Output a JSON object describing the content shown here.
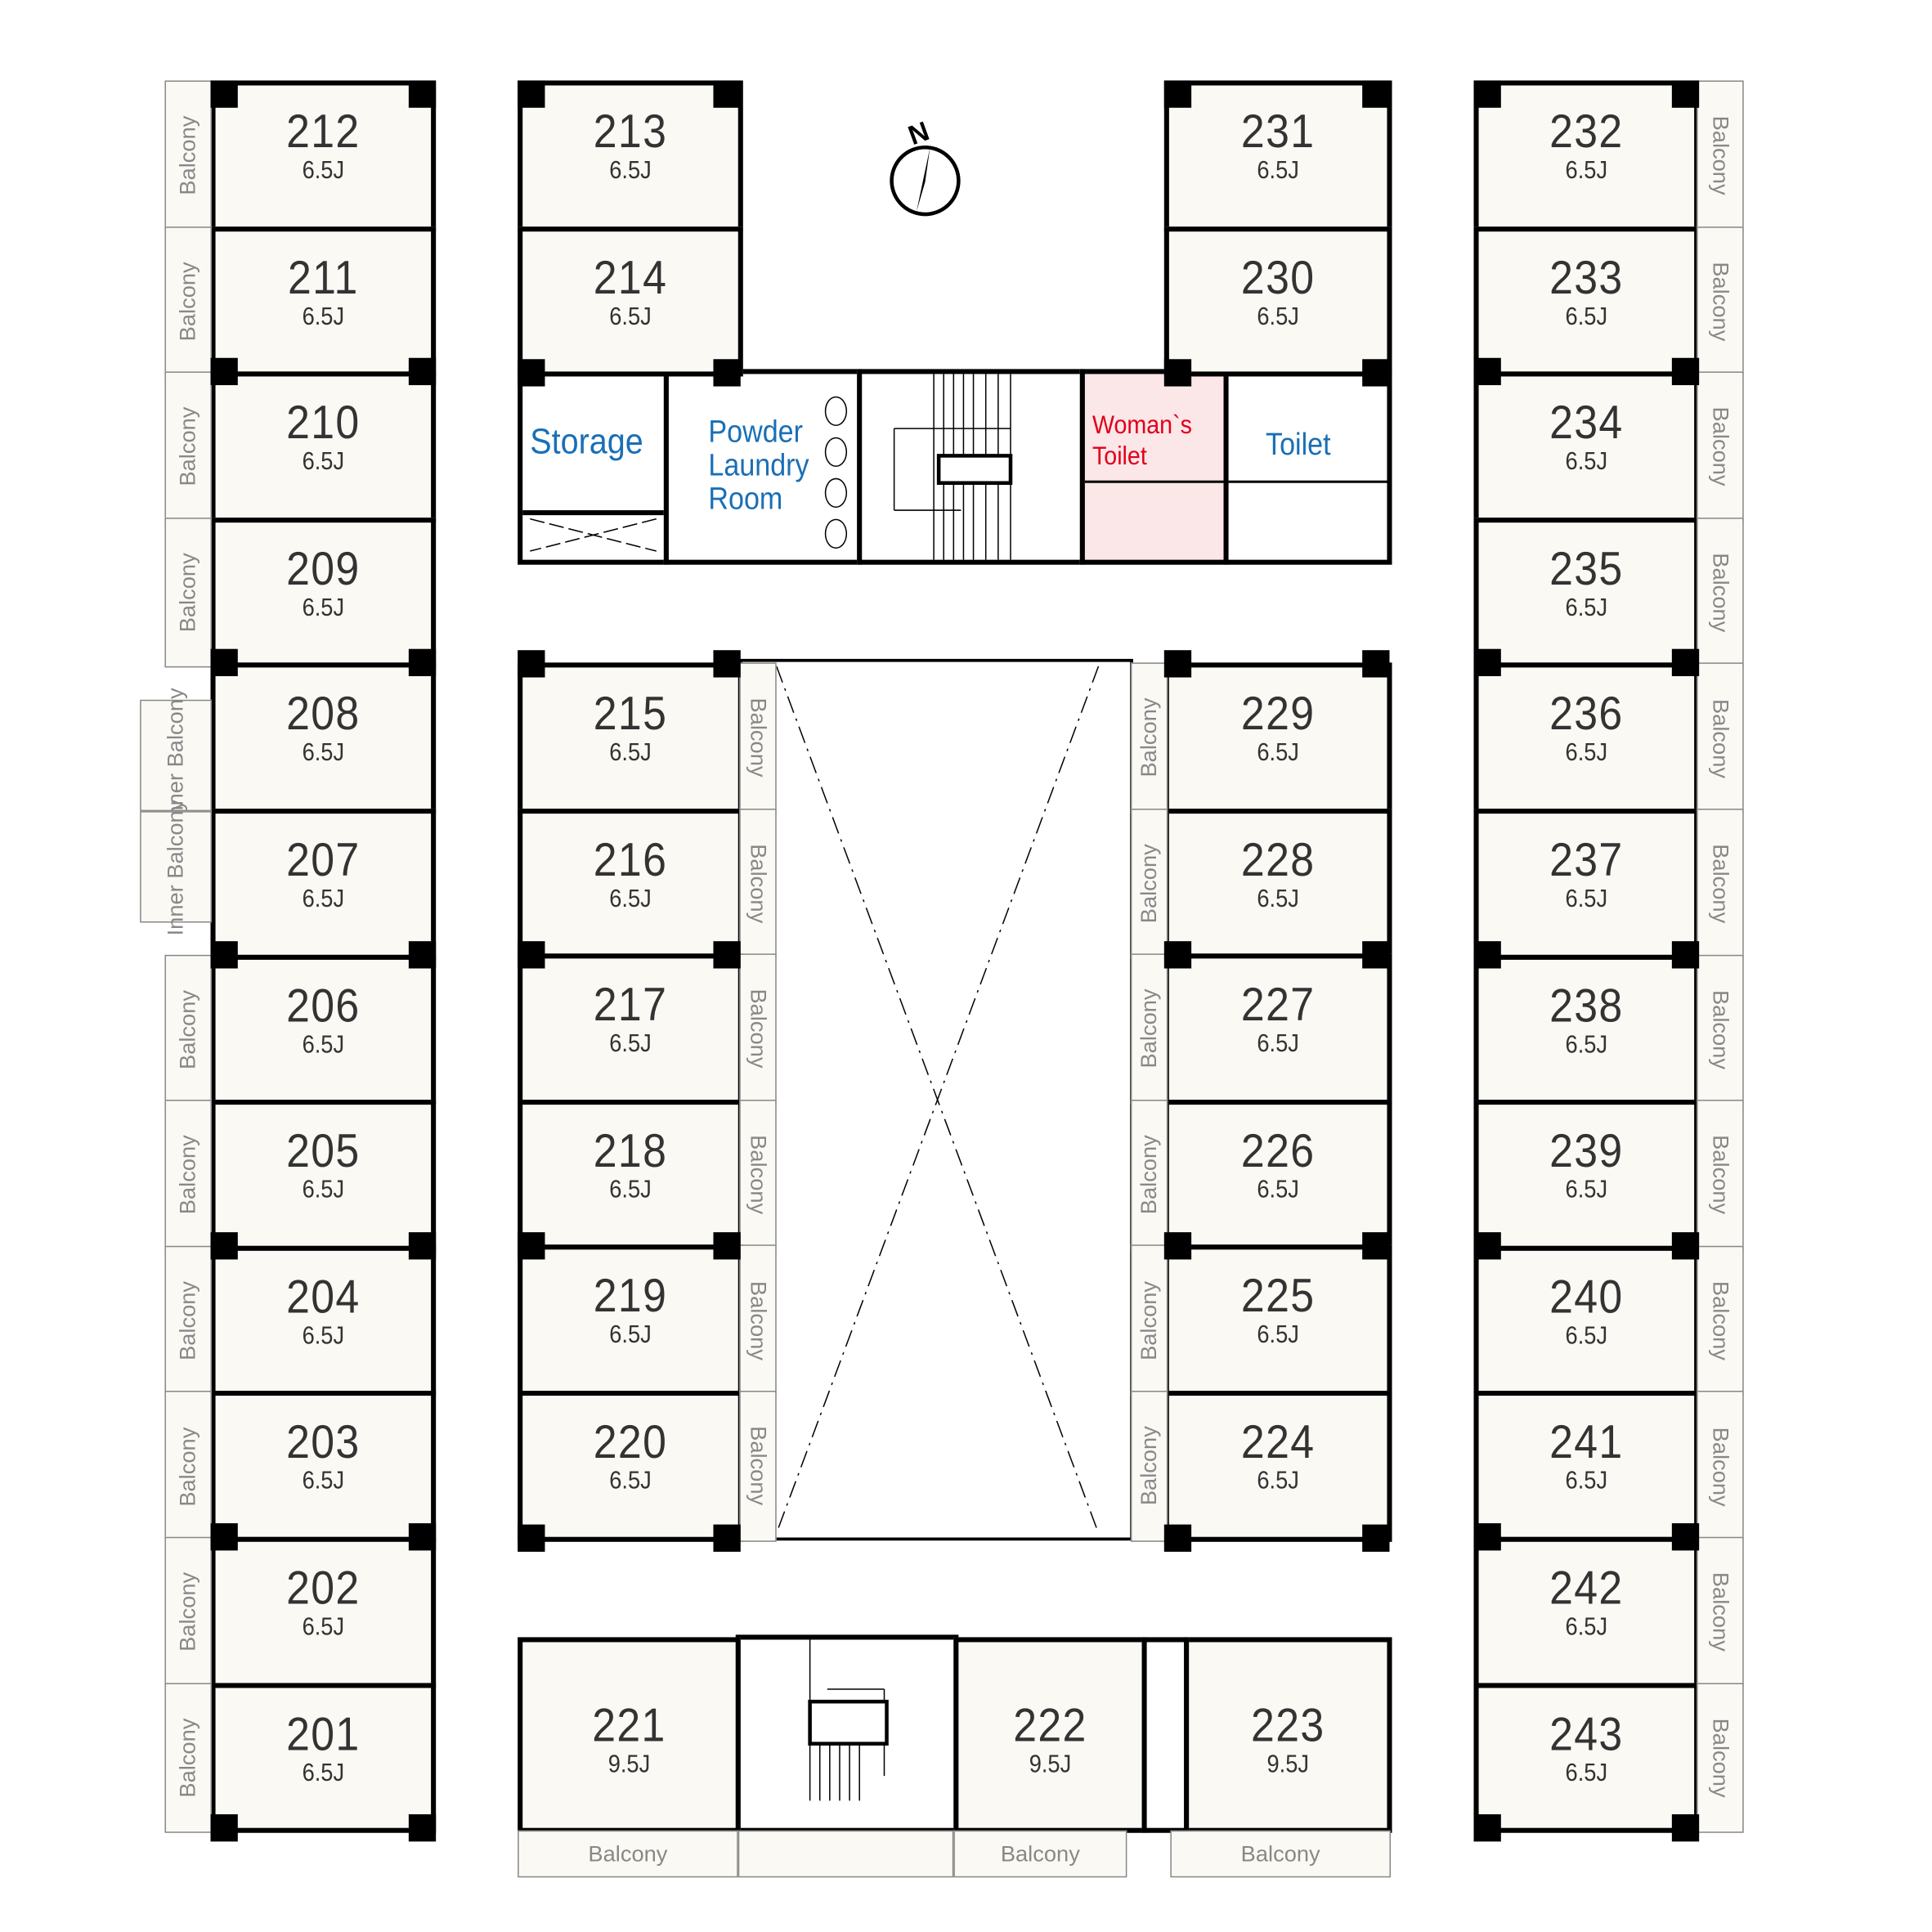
{
  "rooms": {
    "left": [
      [
        "212",
        "6.5J"
      ],
      [
        "211",
        "6.5J"
      ],
      [
        "210",
        "6.5J"
      ],
      [
        "209",
        "6.5J"
      ],
      [
        "208",
        "6.5J"
      ],
      [
        "207",
        "6.5J"
      ],
      [
        "206",
        "6.5J"
      ],
      [
        "205",
        "6.5J"
      ],
      [
        "204",
        "6.5J"
      ],
      [
        "203",
        "6.5J"
      ],
      [
        "202",
        "6.5J"
      ],
      [
        "201",
        "6.5J"
      ]
    ],
    "mid_left_top": [
      [
        "213",
        "6.5J"
      ],
      [
        "214",
        "6.5J"
      ]
    ],
    "mid_left": [
      [
        "215",
        "6.5J"
      ],
      [
        "216",
        "6.5J"
      ],
      [
        "217",
        "6.5J"
      ],
      [
        "218",
        "6.5J"
      ],
      [
        "219",
        "6.5J"
      ],
      [
        "220",
        "6.5J"
      ]
    ],
    "mid_right_top": [
      [
        "231",
        "6.5J"
      ],
      [
        "230",
        "6.5J"
      ]
    ],
    "mid_right": [
      [
        "229",
        "6.5J"
      ],
      [
        "228",
        "6.5J"
      ],
      [
        "227",
        "6.5J"
      ],
      [
        "226",
        "6.5J"
      ],
      [
        "225",
        "6.5J"
      ],
      [
        "224",
        "6.5J"
      ]
    ],
    "right": [
      [
        "232",
        "6.5J"
      ],
      [
        "233",
        "6.5J"
      ],
      [
        "234",
        "6.5J"
      ],
      [
        "235",
        "6.5J"
      ],
      [
        "236",
        "6.5J"
      ],
      [
        "237",
        "6.5J"
      ],
      [
        "238",
        "6.5J"
      ],
      [
        "239",
        "6.5J"
      ],
      [
        "240",
        "6.5J"
      ],
      [
        "241",
        "6.5J"
      ],
      [
        "242",
        "6.5J"
      ],
      [
        "243",
        "6.5J"
      ]
    ],
    "bottom": [
      [
        "221",
        "9.5J"
      ],
      [
        "222",
        "9.5J"
      ],
      [
        "223",
        "9.5J"
      ]
    ]
  },
  "balcony_label": "Balcony",
  "inner_balcony_label": "Inner Balcony",
  "service": {
    "storage": "Storage",
    "powder_laundry": [
      "Powder",
      "Laundry",
      "Room"
    ],
    "womans_toilet": [
      "Woman`s",
      "Toilet"
    ],
    "toilet": "Toilet"
  },
  "compass": "N",
  "colors": {
    "wall": "#000000",
    "room_fill": "#fbf9f4",
    "womans_toilet_fill": "#fbe6e8",
    "label_blue": "#1a6fb5",
    "label_red": "#e0001b"
  }
}
